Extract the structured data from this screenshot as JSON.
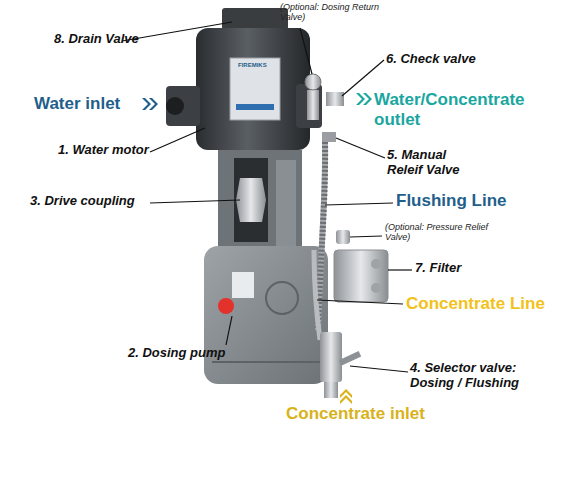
{
  "diagram": {
    "labels": [
      "8. Drain Valve",
      "(Optional: Dosing Return Valve)",
      "6. Check valve",
      "Water inlet",
      "Water/Concentrate outlet",
      "1. Water motor",
      "5. Manual Releif Valve",
      "3. Drive coupling",
      "Flushing Line",
      "(Optional: Pressure Relief Valve)",
      "7. Filter",
      "Concentrate Line",
      "2. Dosing pump",
      "4. Selector valve: Dosing / Flushing",
      "Concentrate inlet",
      "FIREMIKS"
    ]
  }
}
